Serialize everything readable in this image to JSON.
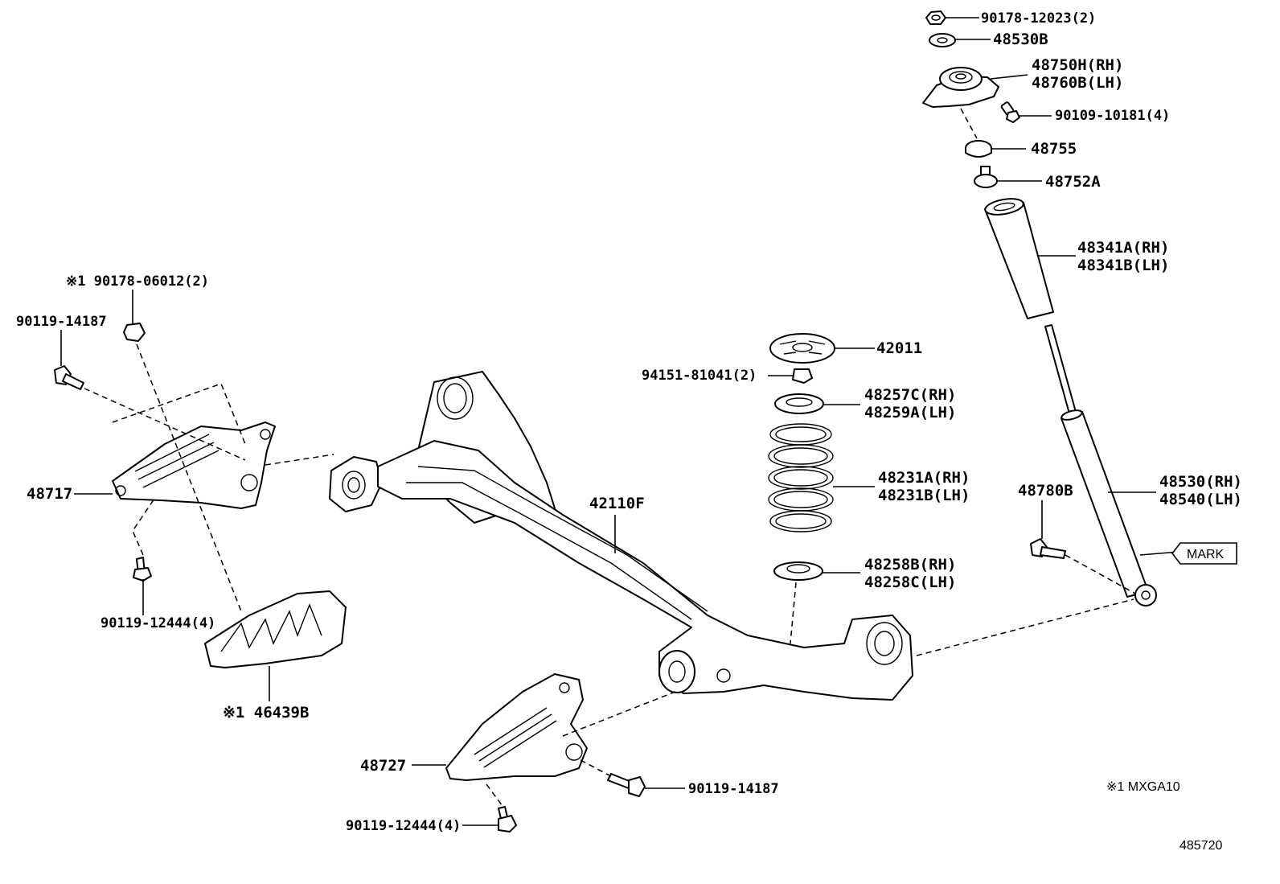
{
  "diagram_id": "485720",
  "footnote": "※1 MXGA10",
  "mark_label": "MARK",
  "labels": {
    "nut_top": "90178-12023(2)",
    "washer_top": "48530B",
    "support_rh": "48750H(RH)",
    "support_lh": "48760B(LH)",
    "bolt_support": "90109-10181(4)",
    "cushion": "48755",
    "bumper": "48752A",
    "boot_rh": "48341A(RH)",
    "boot_lh": "48341B(LH)",
    "absorber_rh": "48530(RH)",
    "absorber_lh": "48540(LH)",
    "bolt_absorber": "48780B",
    "seat_top": "42011",
    "nut_seat": "94151-81041(2)",
    "insulator_upper_rh": "48257C(RH)",
    "insulator_upper_lh": "48259A(LH)",
    "spring_rh": "48231A(RH)",
    "spring_lh": "48231B(LH)",
    "insulator_lower_rh": "48258B(RH)",
    "insulator_lower_lh": "48258C(LH)",
    "axle_beam": "42110F",
    "nut_note": "※1 90178-06012(2)",
    "bolt_left": "90119-14187",
    "bracket_left": "48717",
    "bolt_left_lower": "90119-12444(4)",
    "cover": "※1 46439B",
    "bracket_right": "48727",
    "bolt_right": "90119-14187",
    "bolt_right_lower": "90119-12444(4)"
  }
}
